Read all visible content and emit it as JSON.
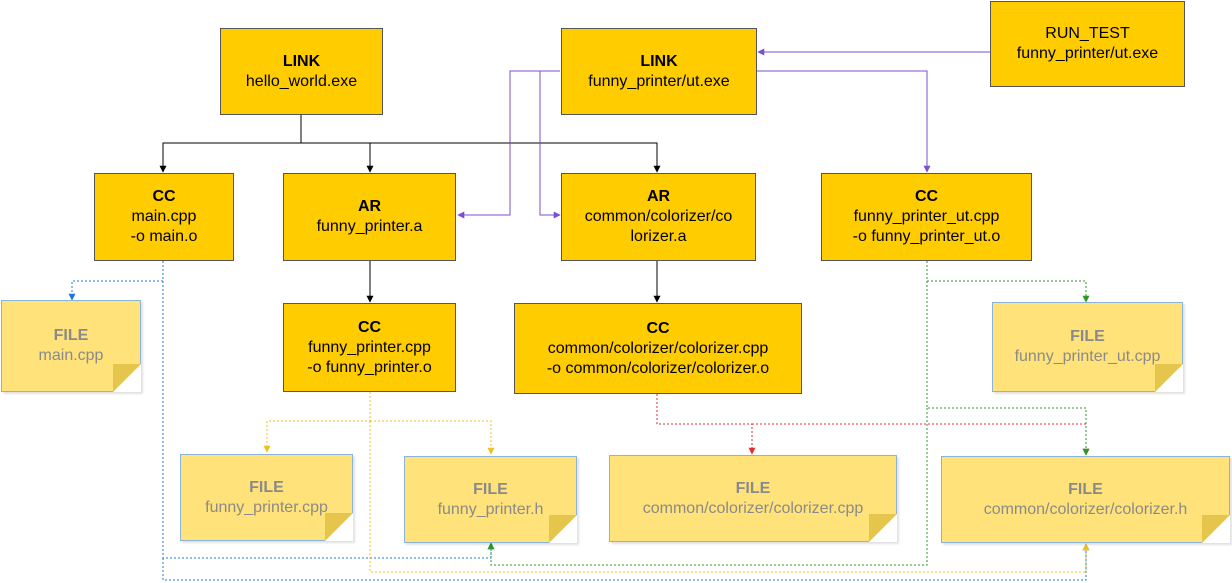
{
  "nodes": {
    "link_hello": {
      "kind": "LINK",
      "lines": [
        "hello_world.exe"
      ]
    },
    "link_ut": {
      "kind": "LINK",
      "lines": [
        "funny_printer/ut.exe"
      ]
    },
    "run_test": {
      "kind": "RUN_TEST",
      "lines": [
        "funny_printer/ut.exe"
      ]
    },
    "cc_main": {
      "kind": "CC",
      "lines": [
        "main.cpp",
        "-o main.o"
      ]
    },
    "ar_funny": {
      "kind": "AR",
      "lines": [
        "funny_printer.a"
      ]
    },
    "ar_colorizer": {
      "kind": "AR",
      "lines": [
        "common/colorizer/co",
        "lorizer.a"
      ]
    },
    "cc_ut": {
      "kind": "CC",
      "lines": [
        "funny_printer_ut.cpp",
        "-o funny_printer_ut.o"
      ]
    },
    "cc_funny": {
      "kind": "CC",
      "lines": [
        "funny_printer.cpp",
        "-o funny_printer.o"
      ]
    },
    "cc_colorizer": {
      "kind": "CC",
      "lines": [
        "common/colorizer/colorizer.cpp",
        "-o common/colorizer/colorizer.o"
      ]
    },
    "file_main": {
      "kind": "FILE",
      "lines": [
        "main.cpp"
      ]
    },
    "file_ut": {
      "kind": "FILE",
      "lines": [
        "funny_printer_ut.cpp"
      ]
    },
    "file_funny_cpp": {
      "kind": "FILE",
      "lines": [
        "funny_printer.cpp"
      ]
    },
    "file_funny_h": {
      "kind": "FILE",
      "lines": [
        "funny_printer.h"
      ]
    },
    "file_colorizer_cpp": {
      "kind": "FILE",
      "lines": [
        "common/colorizer/colorizer.cpp"
      ]
    },
    "file_colorizer_h": {
      "kind": "FILE",
      "lines": [
        "common/colorizer/colorizer.h"
      ]
    }
  },
  "edge_colors": {
    "black": "#000000",
    "purple": "#7a4fd0",
    "blue": "#1e78d8",
    "yellow": "#f0c020",
    "red": "#e03030",
    "green": "#2a9a2a",
    "task_fill": "#ffcc00",
    "file_fill": "#ffe27a"
  }
}
